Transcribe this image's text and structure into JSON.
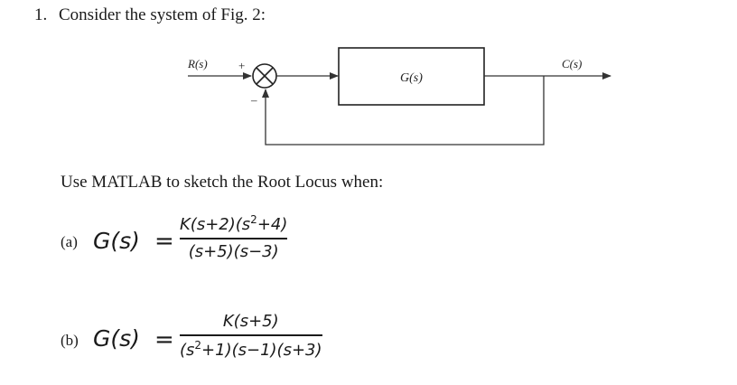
{
  "question": {
    "number": "1.",
    "text": "Consider the system of Fig. 2:"
  },
  "diagram": {
    "input_label": "R(s)",
    "plus_sign": "+",
    "minus_sign": "–",
    "block_label": "G(s)",
    "output_label": "C(s)"
  },
  "instruction": "Use MATLAB to sketch the Root Locus when:",
  "parts": [
    {
      "label": "(a)",
      "lhs": "G(s)",
      "equals": "=",
      "numerator_pre": "K(s+2)(s",
      "numerator_sup": "2",
      "numerator_post": "+4)",
      "denominator": "(s+5)(s−3)"
    },
    {
      "label": "(b)",
      "lhs": "G(s)",
      "equals": "=",
      "numerator": "K(s+5)",
      "denominator_pre": "(s",
      "denominator_sup": "2",
      "denominator_post": "+1)(s−1)(s+3)"
    }
  ]
}
